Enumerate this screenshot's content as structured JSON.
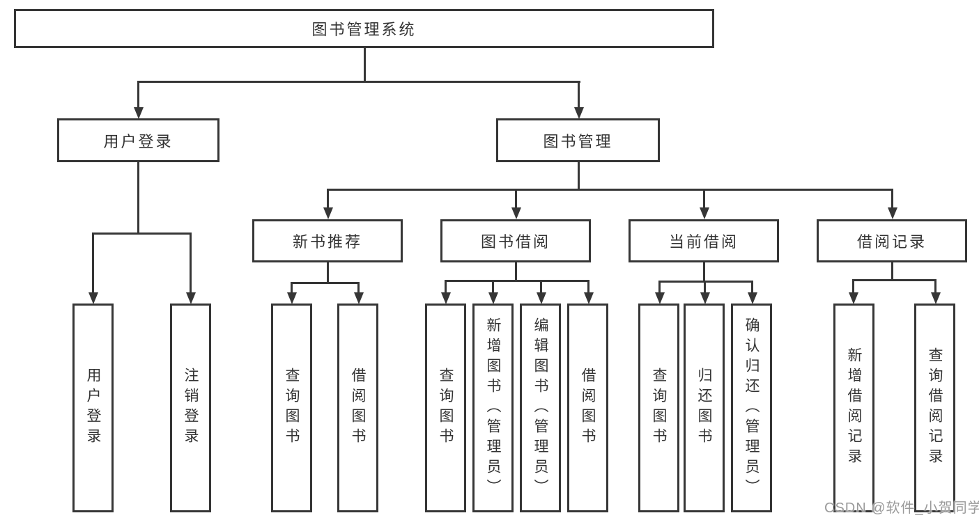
{
  "diagram": {
    "root": {
      "label": "图书管理系统"
    },
    "level2": [
      {
        "label": "用户登录"
      },
      {
        "label": "图书管理"
      }
    ],
    "level3": [
      {
        "label": "新书推荐"
      },
      {
        "label": "图书借阅"
      },
      {
        "label": "当前借阅"
      },
      {
        "label": "借阅记录"
      }
    ],
    "leaves": {
      "user_login": [
        "用户登录",
        "注销登录"
      ],
      "new_book": [
        "查询图书",
        "借阅图书"
      ],
      "book_borrow": [
        "查询图书",
        "新增图书（管理员）",
        "编辑图书（管理员）",
        "借阅图书"
      ],
      "current_borrow": [
        "查询图书",
        "归还图书",
        "确认归还（管理员）"
      ],
      "borrow_record": [
        "新增借阅记录",
        "查询借阅记录"
      ]
    }
  },
  "watermark": {
    "text": "CSDN @软件_小贺同学"
  },
  "colors": {
    "line": "#363636",
    "text": "#333333",
    "background": "#ffffff",
    "watermark": "#9a9a9a"
  }
}
